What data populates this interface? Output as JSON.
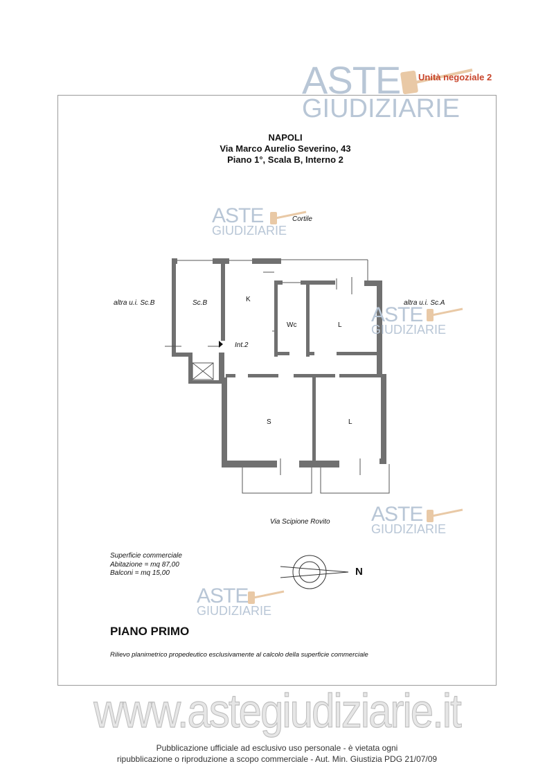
{
  "header": {
    "watermark_line1": "ASTE",
    "watermark_line2": "GIUDIZIARIE",
    "unit_label": "Unità negoziale 2"
  },
  "title": {
    "city": "NAPOLI",
    "address": "Via Marco Aurelio Severino, 43",
    "floor_info": "Piano 1°, Scala B, Interno 2"
  },
  "plan": {
    "courtyard": "Cortile",
    "left_neighbor": "altra u.i. Sc.B",
    "right_neighbor": "altra u.i. Sc.A",
    "street": "Via Scipione Rovito",
    "rooms": {
      "stair_b": "Sc.B",
      "kitchen": "K",
      "wc": "Wc",
      "bedroom_top": "L",
      "entrance": "Int.2",
      "living": "S",
      "bedroom_bottom": "L"
    }
  },
  "surface": {
    "heading": "Superficie commerciale",
    "dwelling": "Abitazione = mq 87,00",
    "balconies": "Balconi = mq 15,00"
  },
  "north": "N",
  "floor_title": "PIANO PRIMO",
  "disclaimer": "Rilievo planimetrico propedeutico esclusivamente al calcolo della superficie commerciale",
  "site_watermark": "www.astegiudiziarie.it",
  "footer": {
    "line1": "Pubblicazione ufficiale ad esclusivo uso personale - è vietata ogni",
    "line2": "ripubblicazione o riproduzione a scopo commerciale - Aut. Min. Giustizia PDG 21/07/09"
  },
  "colors": {
    "wall": "#707070",
    "watermark": "#b8c6d6",
    "unit_label": "#c8442a"
  }
}
